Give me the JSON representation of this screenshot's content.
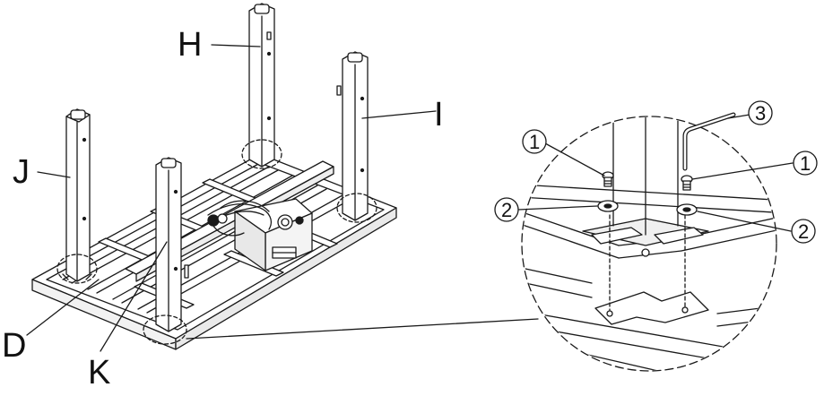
{
  "part_labels": {
    "d": "D",
    "h": "H",
    "i": "I",
    "j": "J",
    "k": "K"
  },
  "callouts": {
    "c1_left": "1",
    "c1_right": "1",
    "c2_left": "2",
    "c2_right": "2",
    "c3": "3"
  },
  "colors": {
    "line": "#1a1a1a",
    "fill": "#ffffff",
    "shade": "#e6e6e6"
  }
}
